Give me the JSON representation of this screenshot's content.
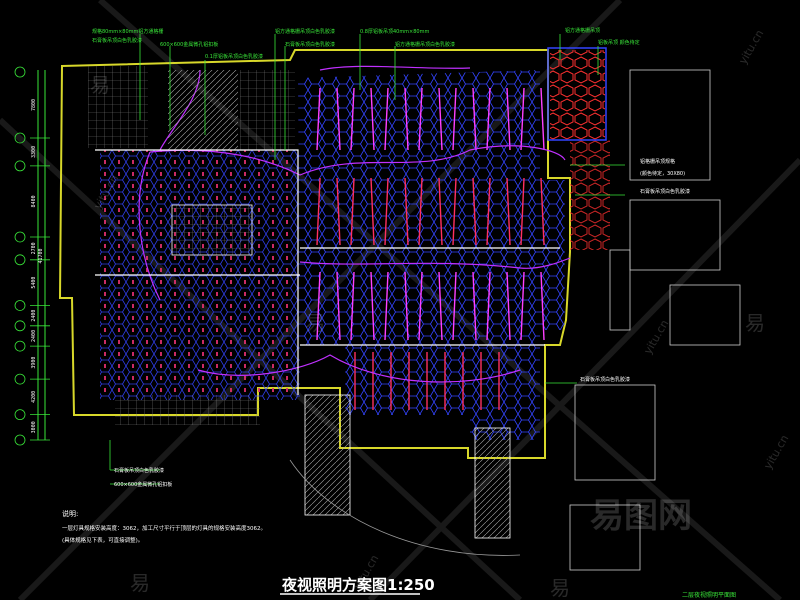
{
  "drawing": {
    "title": "夜视照明方案图1:250",
    "notes_heading": "说明:",
    "notes": [
      "一层灯具规格安装高度：3062，加工尺寸平行于顶层的灯具的规格安装高度3062。",
      "(具体规格见下表，可直接调整)。"
    ],
    "watermark_brand": "易图网",
    "watermark_glyph": "易",
    "watermark_url": "yitu.cn"
  },
  "left_dimensions": [
    "7800",
    "3300",
    "8400",
    "2700",
    "5400",
    "2400",
    "2400",
    "3900",
    "4200",
    "3000"
  ],
  "left_total": "41700",
  "top_callouts": [
    "规格80mm×80mm铝方通格栅",
    "石膏板吊顶白色乳胶漆",
    "600×600金属微孔铝扣板",
    "0.1厚铝板吊顶白色乳胶漆",
    "铝方通格栅吊顶白色乳胶漆",
    "0.8厚铝板吊顶40mm×80mm",
    "铝方通格栅吊顶白色乳胶漆",
    "石膏板吊顶白色乳胶漆",
    "铝方通格栅吊顶",
    "铝板吊顶 颜色待定"
  ],
  "right_callouts": [
    "铝格栅吊顶规格",
    "(颜色待定，30X80)",
    "石膏板吊顶白色乳胶漆"
  ],
  "lower_callouts": [
    "石膏板吊顶白色乳胶漆",
    "石膏板吊顶白色乳胶漆",
    "600×600金属微孔铝扣板"
  ],
  "bottom_right_label": "二层夜视照明平面图",
  "colors": {
    "background": "#000000",
    "outline": "#d8d82a",
    "lamp_cells": "#3344ff",
    "lamp_dots": "#e03070",
    "guide": "#ffffff",
    "leader": "#39e639",
    "fixture_lines": "#ff40ff"
  }
}
